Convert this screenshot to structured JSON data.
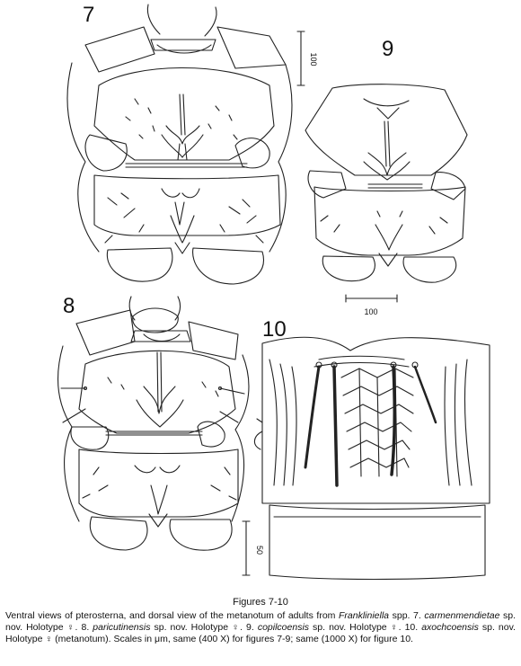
{
  "figure_labels": {
    "fig7": "7",
    "fig8": "8",
    "fig9": "9",
    "fig10": "10"
  },
  "scale_labels": {
    "s7": "100",
    "s9": "100",
    "s10": "50"
  },
  "caption": {
    "title": "Figures 7-10",
    "line1_prefix": "Ventral views of pterosterna, and dorsal view of the metanotum of adults from ",
    "genus": "Frankliniella",
    "line1_suffix": " spp. 7. ",
    "sp7": "carmenmendietae",
    "sp7_rest": " sp. nov. Holotype ♀. 8. ",
    "sp8": "paricutinensis",
    "sp8_rest": " sp. nov. Holotype ♀. 9. ",
    "sp9": "copilcoensis",
    "sp9_rest": " sp. nov. Holotype ♀. 10. ",
    "sp10": "axochcoensis",
    "sp10_rest": " sp. nov. Holotype ♀ (metanotum). Scales in μm, same (400 X) for figures 7-9; same (1000 X) for figure 10."
  }
}
